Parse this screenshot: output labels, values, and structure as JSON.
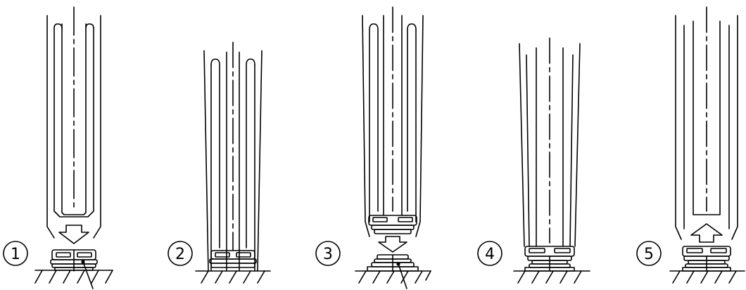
{
  "diagram": {
    "steps": [
      {
        "number": "1",
        "action": "insert-down"
      },
      {
        "number": "2",
        "action": "seated"
      },
      {
        "number": "3",
        "action": "insert-down"
      },
      {
        "number": "4",
        "action": "seated"
      },
      {
        "number": "5",
        "action": "withdraw-up"
      }
    ]
  }
}
